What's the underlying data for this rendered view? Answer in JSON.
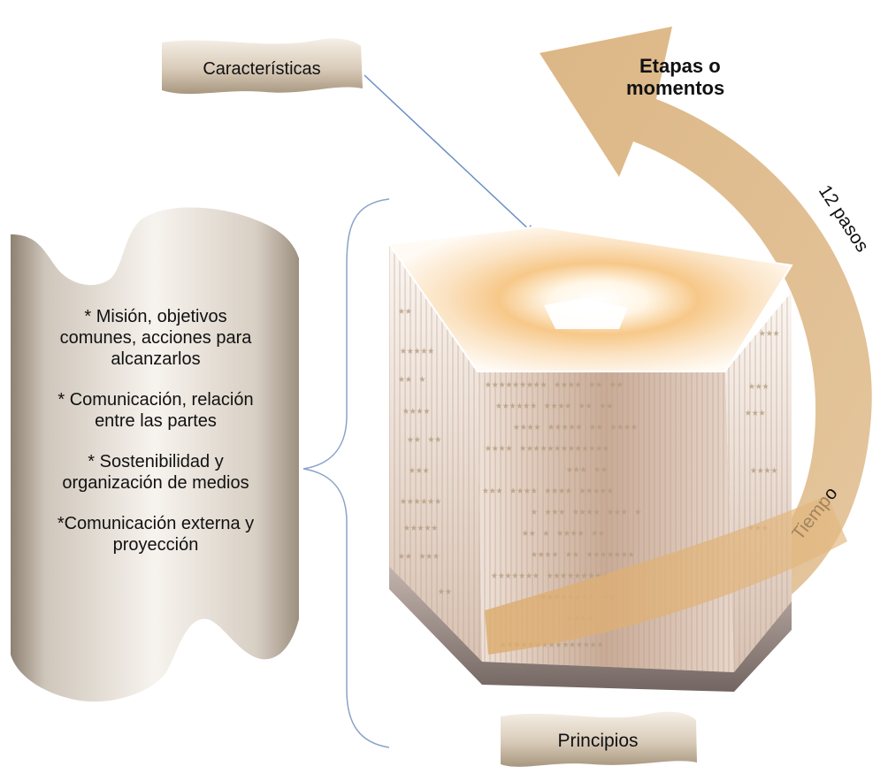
{
  "labels": {
    "caracteristicas": "Características",
    "principios": "Principios"
  },
  "scroll": {
    "items": [
      {
        "lines": [
          "* Misión, objetivos",
          "comunes, acciones para",
          "alcanzarlos"
        ]
      },
      {
        "lines": [
          "* Comunicación, relación",
          "entre las partes"
        ]
      },
      {
        "lines": [
          "* Sostenibilidad y",
          "organización de medios"
        ]
      },
      {
        "lines": [
          "*Comunicación externa y",
          "proyección"
        ]
      }
    ]
  },
  "arrow": {
    "title_line1": "Etapas o",
    "title_line2": "momentos",
    "steps_label": "12 pasos",
    "time_label": "Tiempo"
  },
  "colors": {
    "label_fill_top": "#f3ece3",
    "label_fill_bottom": "#bfae98",
    "scroll_fill_light": "#f4efe8",
    "scroll_fill_dark": "#9c8f80",
    "arrow_fill": "#d9b07c",
    "prism_side": "#d4b9a6",
    "prism_top_outer": "#fdf4e8",
    "prism_top_ring": "#f6c487",
    "connector": "#5b86c4"
  }
}
